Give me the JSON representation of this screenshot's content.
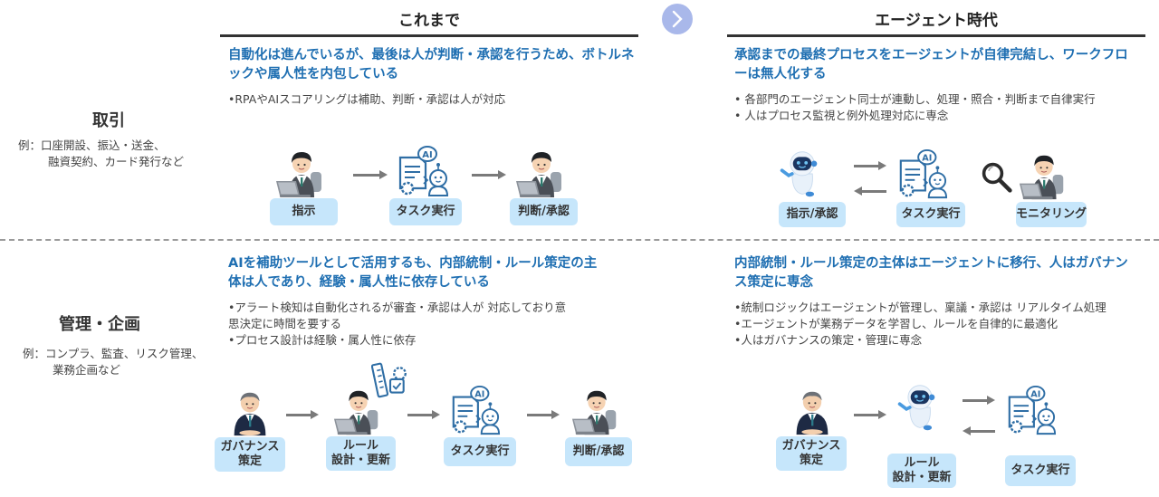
{
  "columns": {
    "before": {
      "title": "これまで"
    },
    "after": {
      "title": "エージェント時代"
    }
  },
  "next_icon": "chevron-right-icon",
  "colors": {
    "accent": "#1f6fb2",
    "label_bg": "#c6e6fb",
    "next_btn": "#a9b8ea",
    "arrow": "#7a7a7a"
  },
  "rows": [
    {
      "title": "取引",
      "example_line1": "例：口座開設、振込・送金、",
      "example_line2": "融資契約、カード発行など",
      "before": {
        "lead": "自動化は進んでいるが、最後は人が判断・承認を行うため、ボトルネックや属人性を内包している",
        "bullets": [
          "•RPAやAIスコアリングは補助、判断・承認は人が対応"
        ],
        "steps": [
          "指示",
          "タスク実行",
          "判断/承認"
        ]
      },
      "after": {
        "lead": "承認までの最終プロセスをエージェントが自律完結し、ワークフローは無人化する",
        "bullets": [
          "• 各部門のエージェント同士が連動し、処理・照合・判断まで自律実行",
          "• 人はプロセス監視と例外処理対応に専念"
        ],
        "steps": [
          "指示/承認",
          "タスク実行",
          "モニタリング"
        ]
      }
    },
    {
      "title": "管理・企画",
      "example_line1": "例：コンプラ、監査、リスク管理、",
      "example_line2": "業務企画など",
      "before": {
        "lead": "AIを補助ツールとして活用するも、内部統制・ルール策定の主体は人であり、経験・属人性に依存している",
        "bullets": [
          "•アラート検知は自動化されるが審査・承認は人が 対応しており意",
          "思決定に時間を要する",
          "•プロセス設計は経験・属人性に依存"
        ],
        "steps": [
          "ガバナンス\n策定",
          "ルール\n設計・更新",
          "タスク実行",
          "判断/承認"
        ]
      },
      "after": {
        "lead": "内部統制・ルール策定の主体はエージェントに移行、人はガバナンス策定に専念",
        "bullets": [
          "•統制ロジックはエージェントが管理し、稟議・承認は リアルタイム処理",
          "•エージェントが業務データを学習し、ルールを自律的に最適化",
          "•人はガバナンスの策定・管理に専念"
        ],
        "steps": [
          "ガバナンス\n策定",
          "ルール\n設計・更新",
          "タスク実行"
        ]
      }
    }
  ]
}
